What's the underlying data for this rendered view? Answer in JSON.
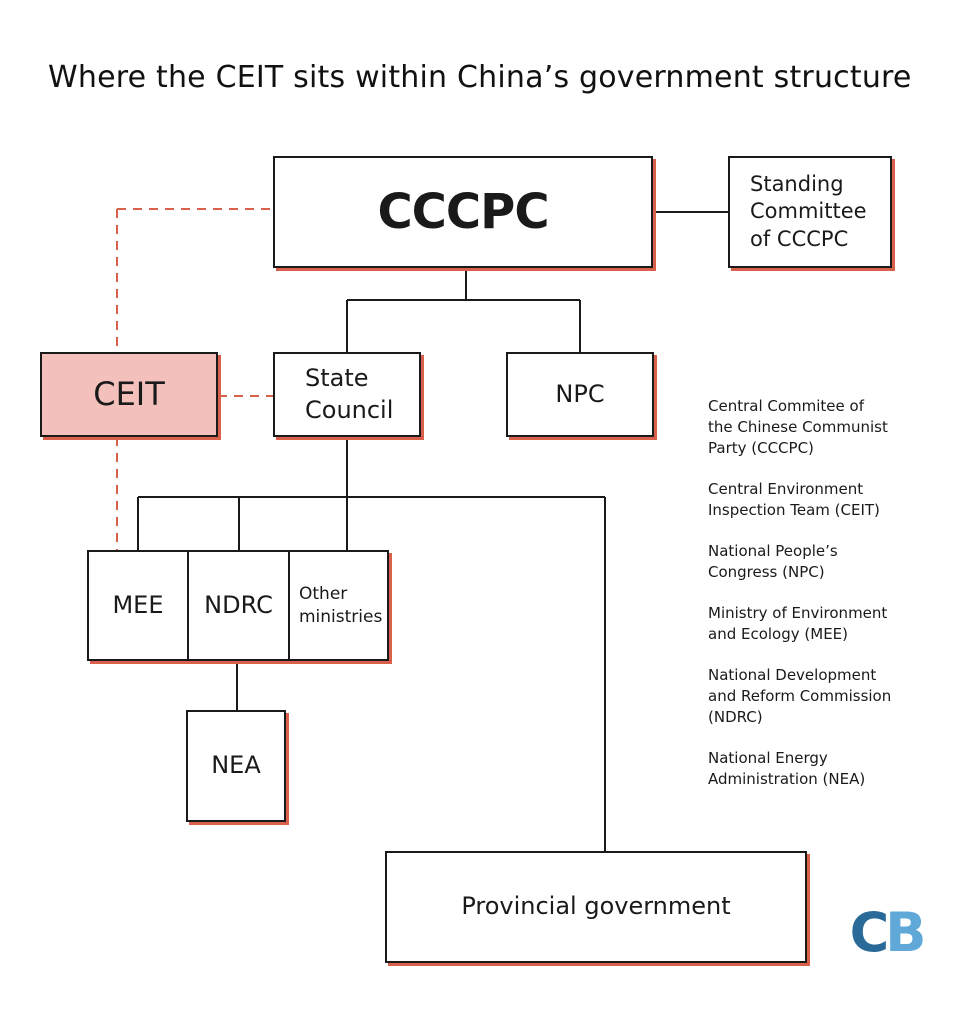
{
  "title": "Where the CEIT sits within China’s government structure",
  "nodes": {
    "cccpc": "CCCPC",
    "standing": "Standing\nCommittee\nof CCCPC",
    "ceit": "CEIT",
    "state_council": "State\nCouncil",
    "npc": "NPC",
    "mee": "MEE",
    "ndrc": "NDRC",
    "other": "Other\nministries",
    "nea": "NEA",
    "provincial": "Provincial government"
  },
  "legend": [
    "Central Commitee of\nthe Chinese Communist\nParty (CCCPC)",
    "Central Environment\nInspection Team (CEIT)",
    "National People’s\nCongress (NPC)",
    "Ministry of Environment\nand Ecology (MEE)",
    "National Development\nand Reform Commission\n(NDRC)",
    "National Energy\nAdministration (NEA)"
  ],
  "logo": {
    "c": "C",
    "b": "B"
  },
  "colors": {
    "accent_shadow": "#d9604a",
    "ceit_fill": "#f4c0bb",
    "dashed_line": "#d9604a",
    "logo_dark": "#2a6a99",
    "logo_light": "#5fa8d8"
  }
}
